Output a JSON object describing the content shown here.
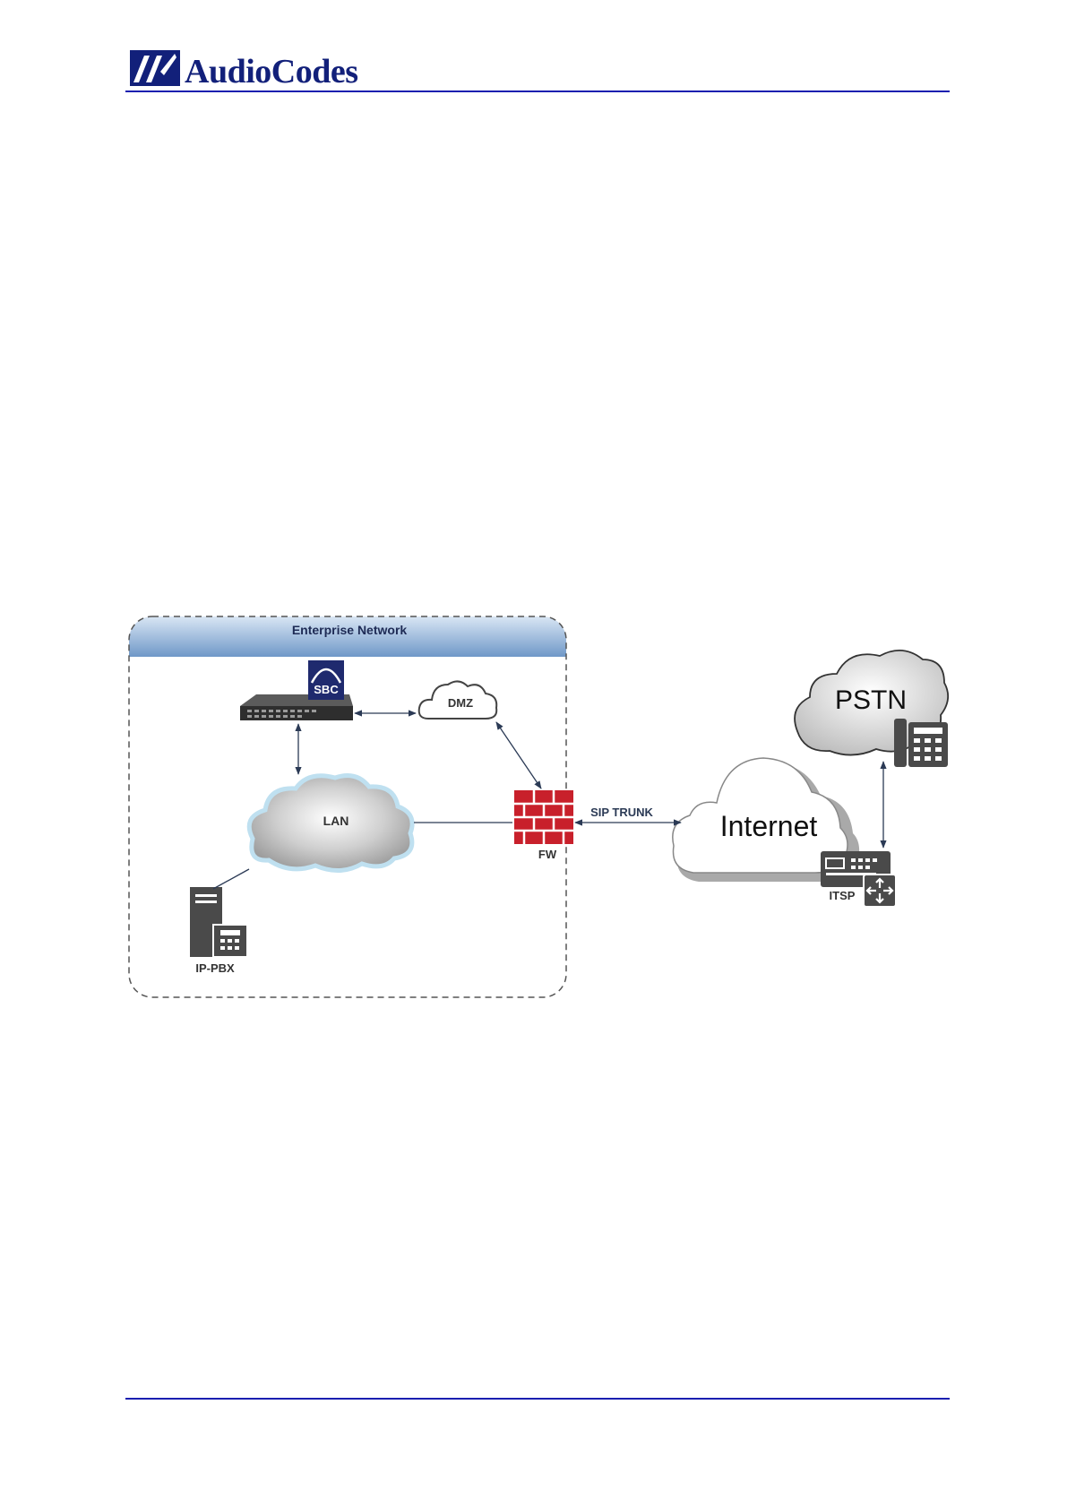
{
  "header": {
    "logo_text": "AudioCodes",
    "logo_icon": "audiocodes-logo-icon"
  },
  "diagram": {
    "enterprise_title": "Enterprise Network",
    "sbc_badge": "SBC",
    "dmz": "DMZ",
    "lan": "LAN",
    "fw": "FW",
    "sip_trunk": "SIP TRUNK",
    "internet": "Internet",
    "pstn": "PSTN",
    "itsp": "ITSP",
    "ip_pbx": "IP-PBX",
    "colors": {
      "rule": "#1a1fb0",
      "logo": "#12207a",
      "header_band": "#7ea6d3",
      "firewall": "#c8202b",
      "sbc_badge": "#1f2a6e",
      "device": "#4a4a4a",
      "connector": "#2b3a55"
    }
  }
}
